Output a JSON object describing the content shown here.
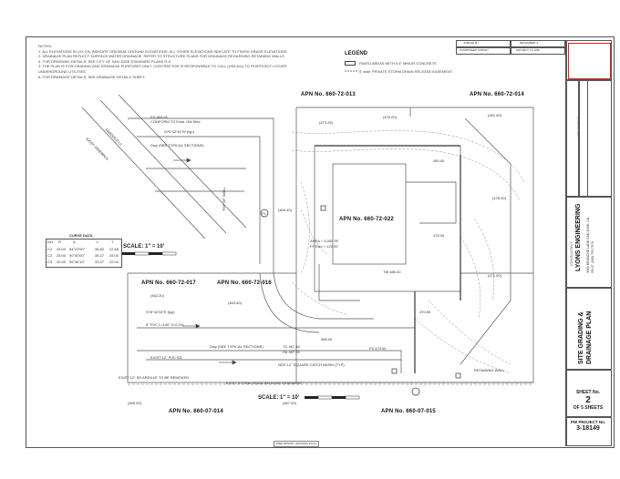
{
  "notes": [
    "NOTES:",
    "1. ALL ELEVATIONS IN (XX.XX) INDICATE ORIGINAL GROUND ELEVATIONS. ALL OTHER ELEVATIONS INDICATE TO FINISH GRADE ELEVATIONS.",
    "2. DRAINAGE PLAN REFLECT SURFACE WATER DRAINAGE. REFER TO STRUCTURE PLANS FOR DRAINAGE REGARDING RETAINING WALLS.",
    "3. FOR DRIVEWAY DETAILS, SEE CITY OF SAN JOSE STANDARD PLANS R-5.",
    "4. THE PLAN IS FOR GRADING AND DRAINAGE PURPOSES ONLY. CONTRACTOR IS RESPONSIBLE TO CALL (USA 811) TO POSITIVELY LOCATE",
    "   UNDERGROUND UTILITIES.",
    "5. FOR DRAINAGE DETAILS, SEE DRAINAGE DETAILS SHEET."
  ],
  "legend": {
    "title": "LEGEND",
    "paved": "PAVED AREAS WITH 4.5\" MINOR CONCRETE",
    "easement": "PRIVATE STORM DRAIN RELEASE EASEMENT",
    "easement_prefix": "5' wide"
  },
  "revision_table": {
    "row1": [
      "JOB/LEE BY",
      "DECEMBER, 6"
    ],
    "row2": [
      "STAMPWEEP SURVEY",
      "PROJECT LS 1226"
    ]
  },
  "apn": {
    "top_left": "APN No. 660-72-013",
    "top_right": "APN No. 660-72-014",
    "center": "APN No. 660-72-022",
    "mid_left_a": "APN No. 660-72-017",
    "mid_left_b": "APN No. 660-72-016",
    "bottom_left": "APN No. 660-07-014",
    "bottom_right": "APN No. 660-07-015"
  },
  "scale": {
    "upper": "SCALE: 1\" = 10'",
    "lower": "SCALE: 1\" = 10'"
  },
  "curve_table": {
    "title": "CURVE DATA",
    "headers": [
      "NO.",
      "R",
      "Δ",
      "L",
      "T"
    ],
    "rows": [
      [
        "C1",
        "25.00",
        "84°23'50\"",
        "36.82",
        "22.68"
      ],
      [
        "C2",
        "25.00",
        "90°00'00\"",
        "39.27",
        "25.00"
      ],
      [
        "C3",
        "20.00",
        "95°36'10\"",
        "33.37",
        "22.04"
      ]
    ]
  },
  "labels": {
    "driveway_top": "EX 469.05",
    "conform": "CONFORM TO Exist. GM Elev.",
    "bearing1": "N76°42'34\"W (typ)",
    "bearing2": "S76°42'34\"E (typ)",
    "pl": "PL",
    "dwy_section": "Dwy (SEE TYPICAL SECTIONS)",
    "top_wall": "TOP OF WALL",
    "street_left": "PARDOLE Ln",
    "street_left_b": "EXIST SIDEWALK",
    "bottom_street": "EXIST 12\" SD ARDILLE TO BE REMOVED",
    "drain_inlet": "EXIST 12\" PVC SD",
    "flow_arrow": "6\" PVC L=140' S=0.2%",
    "fs": "FS 473.00",
    "tc": "TC 467.46",
    "gb": "Gb 467.55",
    "ff": "FF Elev = 472.00",
    "area": "AREA = 5,000 SF",
    "tw": "TW 480.00",
    "retaining_wall": "RETAINING WALL",
    "bottom_callout": "EXIST STORM DRAIN RELEASE EASEMENT",
    "catch_basin": "NDS 12\" SQUARE CATCH BASIN (TYP)",
    "elev_a": "470.50",
    "elev_b": "475.00",
    "elev_c": "480.00",
    "elev_d": "466.00",
    "elev_e": "(463.50)",
    "elev_f": "(469.40)",
    "elev_g": "(473.25)",
    "elev_h": "(476.00)",
    "elev_i": "(481.00)",
    "elev_j": "(467.00)",
    "elev_k": "(465.00)",
    "elev_l": "(471.00)",
    "elev_m": "(478.00)",
    "elev_n": "(462.20)",
    "stamp": "PRELIMINARY GRADING PLAN"
  },
  "title_block": {
    "firm_kind": "CONSULTANT",
    "firm_name": "LYONS ENGINEERING",
    "firm_addr": "3065 BRUNCHE LANE SAN JOSE, CA 95127 (408) 729-7578",
    "sheet_title": "SITE GRADING & DRAINAGE PLAN",
    "sheet_label": "SHEET No.",
    "sheet_number": "2",
    "of_sheets": "OF 5 SHEETS",
    "project_label": "PW PROJECT No.",
    "project_number": "3-18149",
    "revisions": "REVISIONS"
  },
  "colors": {
    "line": "#555555",
    "accent_box": "#e02020"
  }
}
